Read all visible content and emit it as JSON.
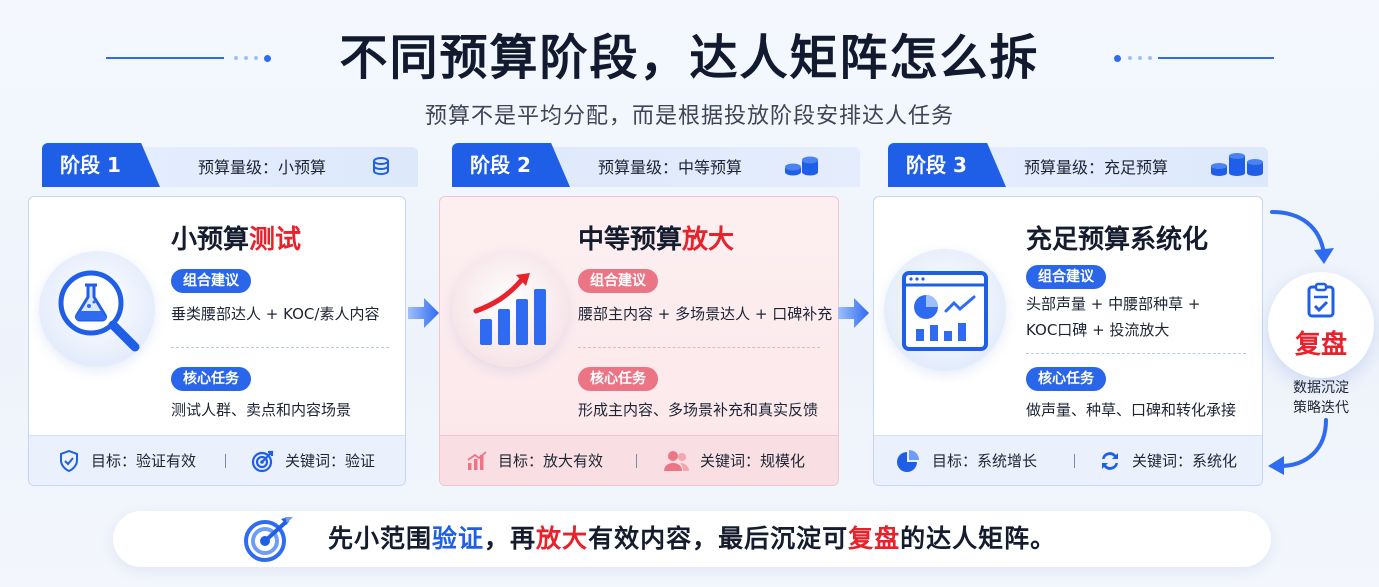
{
  "header": {
    "title": "不同预算阶段，达人矩阵怎么拆",
    "subtitle": "预算不是平均分配，而是根据投放阶段安排达人任务"
  },
  "stages": [
    {
      "tab": "阶段 1",
      "budget": "预算量级：小预算",
      "title_main": "小预算",
      "title_highlight": "测试",
      "combo_label": "组合建议",
      "combo_text": "垂类腰部达人 + KOC/素人内容",
      "task_label": "核心任务",
      "task_text": "测试人群、卖点和内容场景",
      "goal": "目标：验证有效",
      "keyword": "关键词：验证",
      "icon": "flask-magnifier-icon"
    },
    {
      "tab": "阶段 2",
      "budget": "预算量级：中等预算",
      "title_main": "中等预算",
      "title_highlight": "放大",
      "combo_label": "组合建议",
      "combo_text": "腰部主内容 + 多场景达人 + 口碑补充",
      "task_label": "核心任务",
      "task_text": "形成主内容、多场景补充和真实反馈",
      "goal": "目标：放大有效",
      "keyword": "关键词：规模化",
      "icon": "growth-chart-icon"
    },
    {
      "tab": "阶段 3",
      "budget": "预算量级：充足预算",
      "title_main": "充足预算系统化",
      "title_highlight": "",
      "combo_label": "组合建议",
      "combo_text_1": "头部声量 + 中腰部种草 +",
      "combo_text_2": "KOC口碑 + 投流放大",
      "task_label": "核心任务",
      "task_text": "做声量、种草、口碑和转化承接",
      "goal": "目标：系统增长",
      "keyword": "关键词：系统化",
      "icon": "dashboard-icon"
    }
  ],
  "review": {
    "title": "复盘",
    "note_1": "数据沉淀",
    "note_2": "策略迭代"
  },
  "banner": {
    "p1": "先小范围",
    "h1": "验证",
    "p2": "，再",
    "h2": "放大",
    "p3": "有效内容，最后沉淀可",
    "h3": "复盘",
    "p4": "的达人矩阵。"
  },
  "colors": {
    "primary_blue": "#1f5fe8",
    "highlight_red": "#e8222b",
    "pink_pill": "#ec7585"
  }
}
